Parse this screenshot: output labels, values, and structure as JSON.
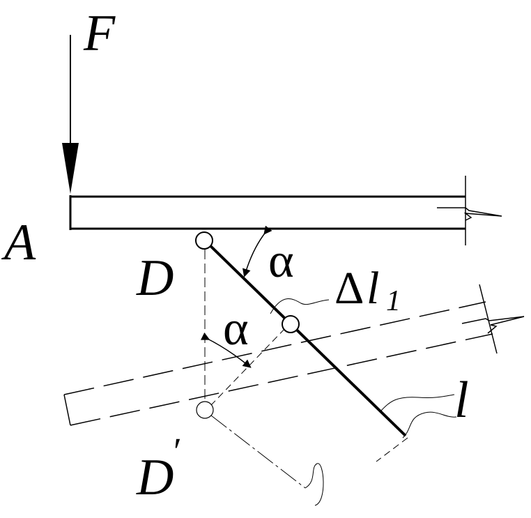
{
  "labels": {
    "force": "F",
    "point_a": "A",
    "point_d": "D",
    "point_d_prime": "D",
    "prime_mark": "′",
    "angle_upper": "α",
    "angle_lower": "α",
    "delta_symbol": "Δ",
    "delta_l": "l",
    "delta_sub": "1",
    "rod_length": "l"
  },
  "colors": {
    "ink": "#000000",
    "background": "#ffffff"
  }
}
